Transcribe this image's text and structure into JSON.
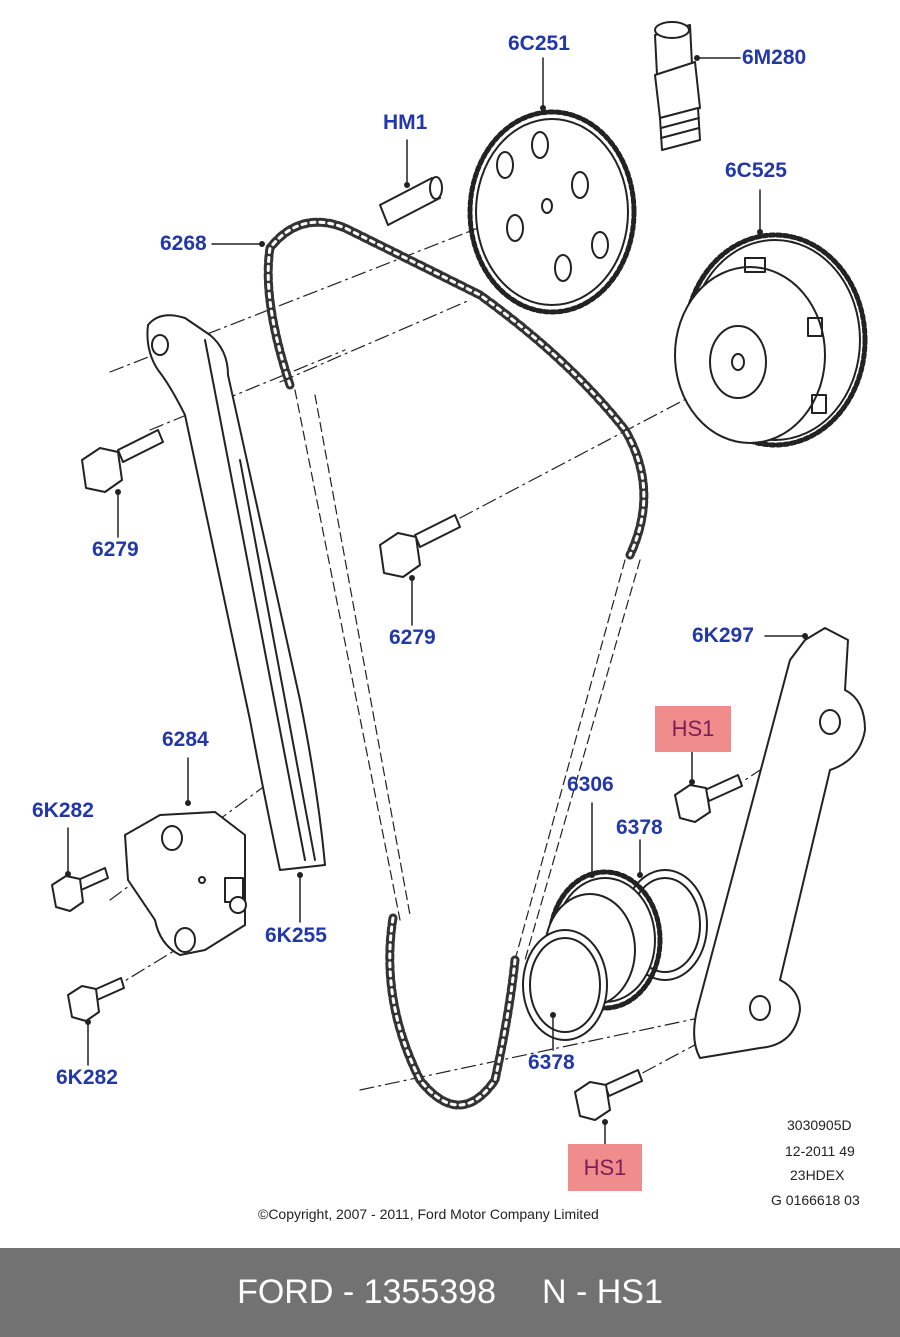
{
  "callouts": {
    "c6c251": "6C251",
    "c6m280": "6M280",
    "hm1": "HM1",
    "c6c525": "6C525",
    "c6268": "6268",
    "c6279_left": "6279",
    "c6279_center": "6279",
    "c6k297": "6K297",
    "c6284": "6284",
    "c6k282_top": "6K282",
    "c6306": "6306",
    "c6378_right": "6378",
    "c6k255": "6K255",
    "c6k282_bottom": "6K282",
    "c6378_bottom": "6378"
  },
  "highlights": {
    "hs1_top": "HS1",
    "hs1_bottom": "HS1"
  },
  "reference": {
    "line1": "3030905D",
    "line2": "12-2011 49",
    "line3": "23HDEX",
    "line4": "G 0166618 03"
  },
  "copyright": "©Copyright, 2007 - 2011, Ford Motor Company Limited",
  "footer": {
    "part": "FORD - 1355398",
    "code": "N - HS1"
  },
  "colors": {
    "callout": "#2338a8",
    "highlight": "#f08c8c",
    "footer_bg": "#727272"
  }
}
